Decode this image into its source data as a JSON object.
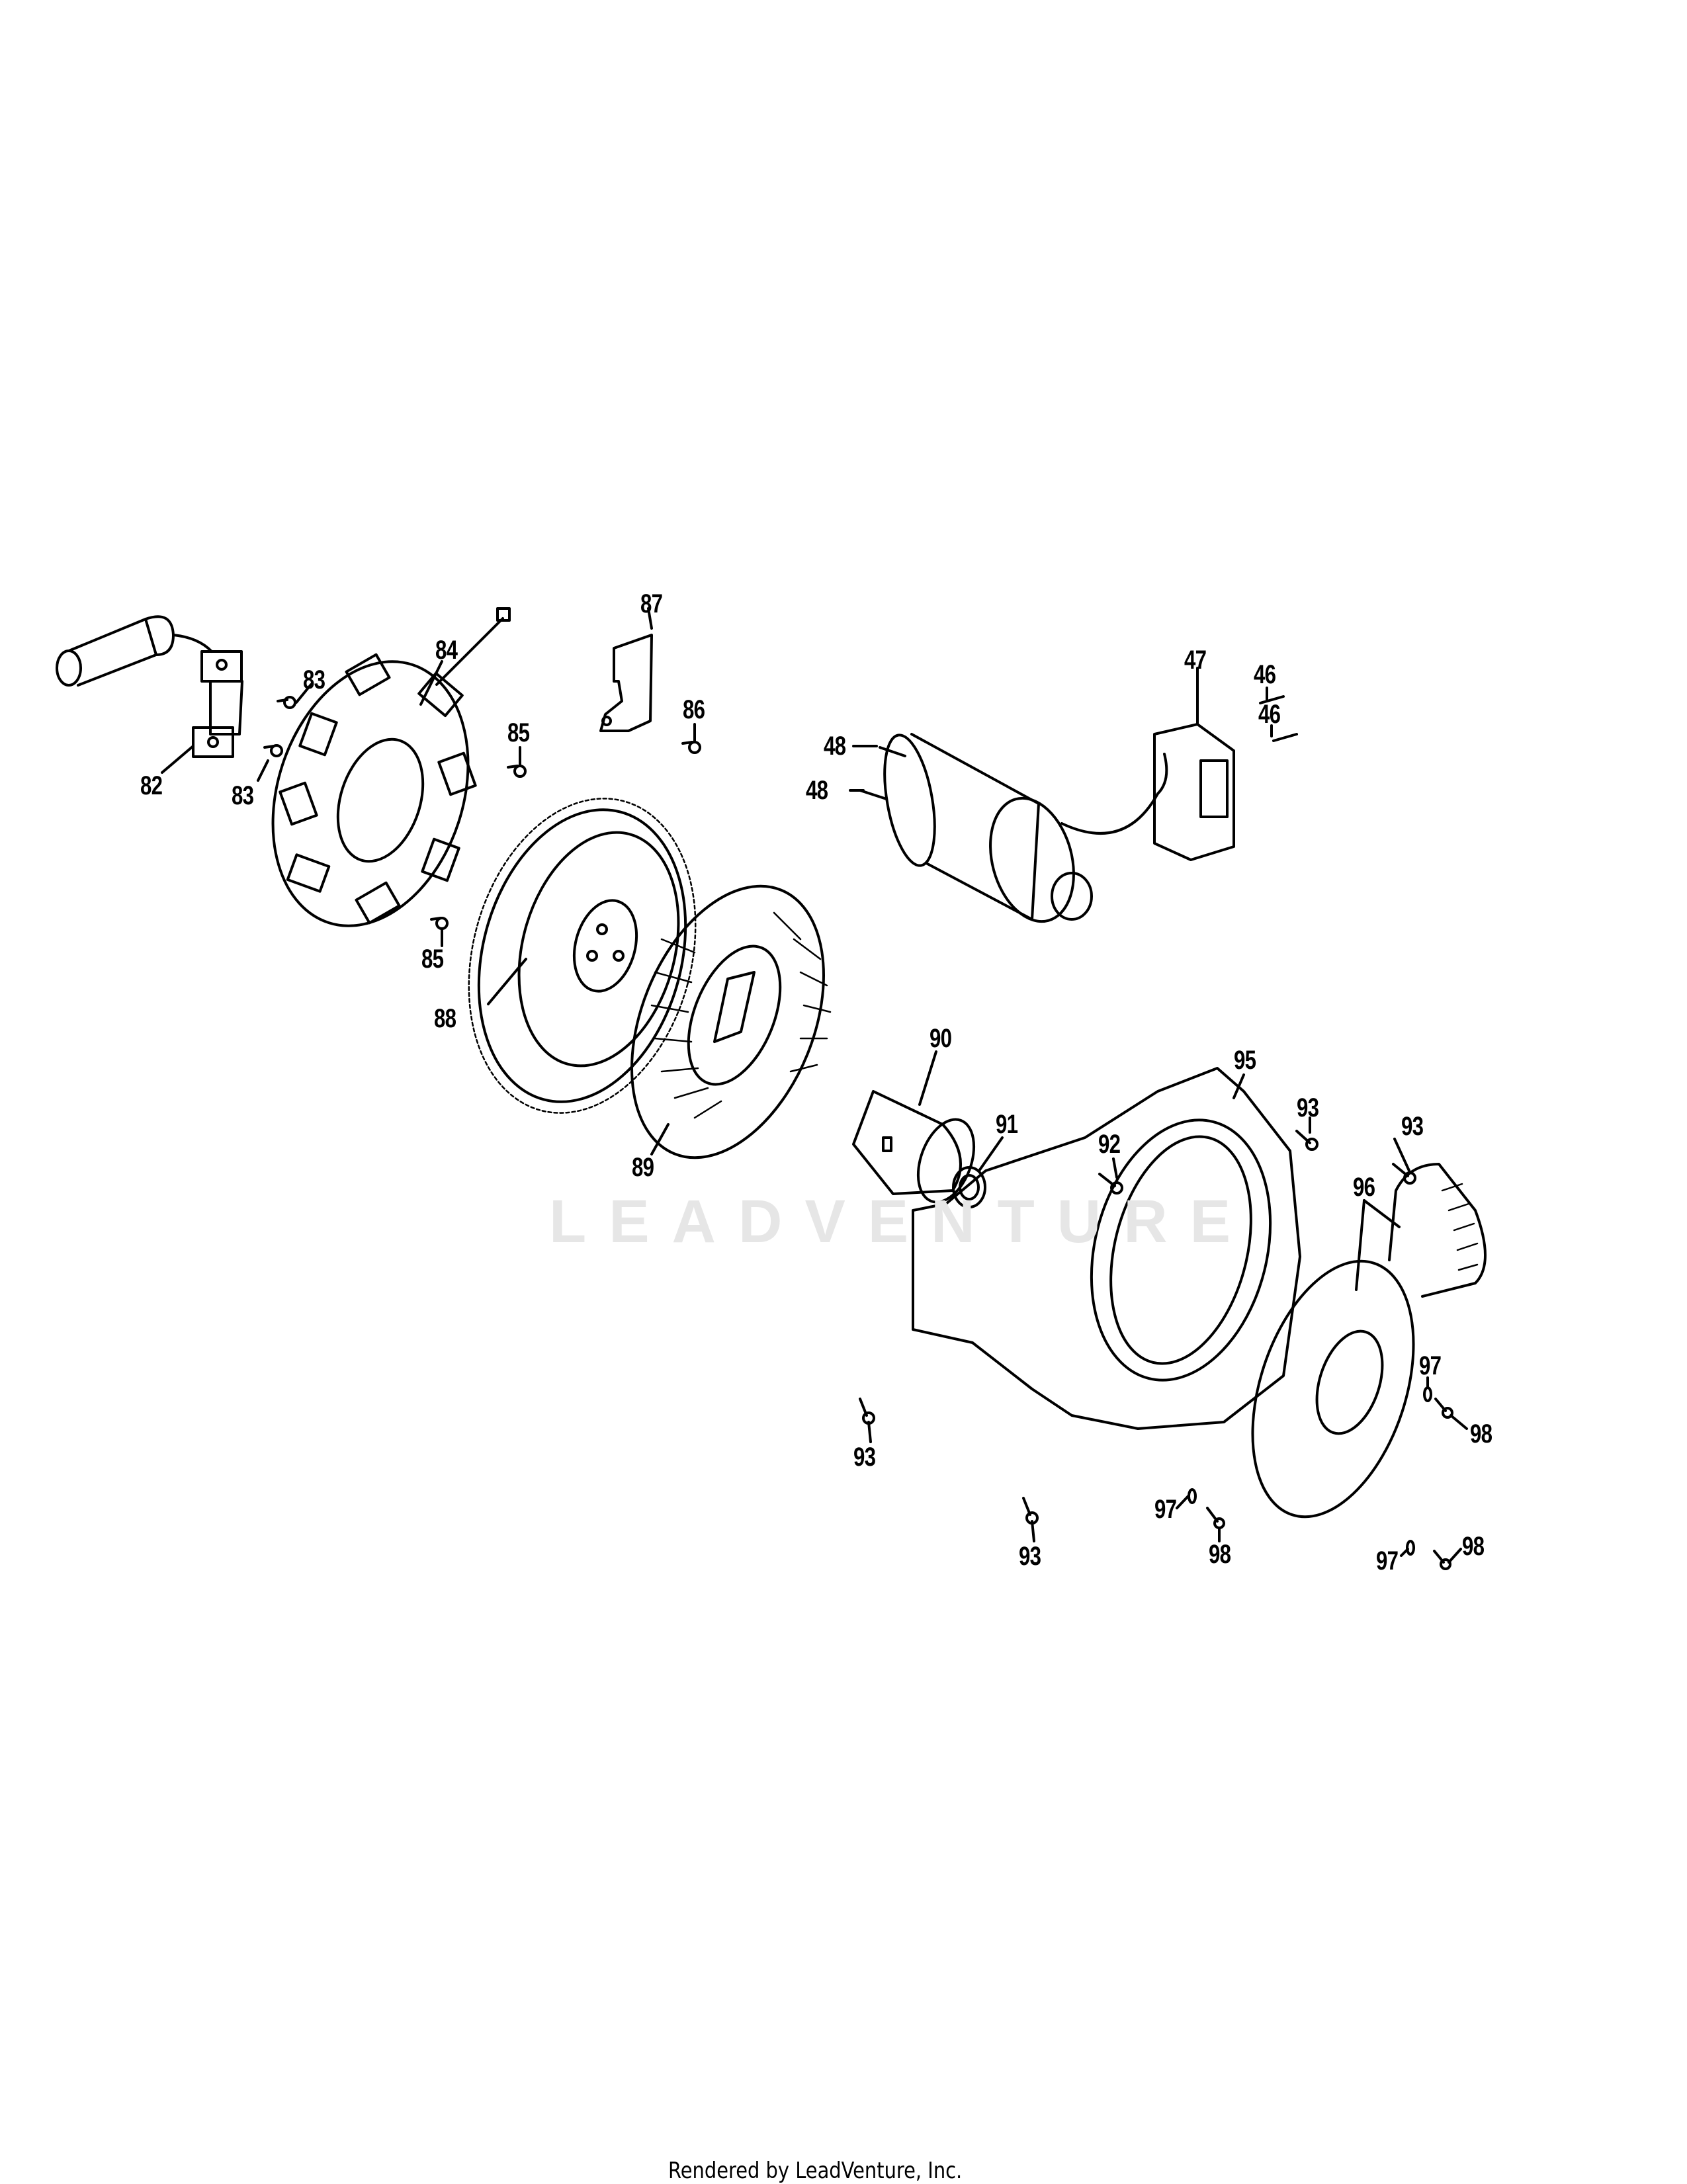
{
  "diagram": {
    "type": "exploded-parts-diagram",
    "subject": "engine ignition, flywheel, starter and recoil assembly",
    "watermark": "LEADVENTURE",
    "footer": "Rendered by LeadVenture, Inc.",
    "callouts": [
      {
        "id": "c82",
        "label": "82",
        "part": "ignition coil"
      },
      {
        "id": "c83a",
        "label": "83",
        "part": "bolt"
      },
      {
        "id": "c83b",
        "label": "83",
        "part": "bolt"
      },
      {
        "id": "c84",
        "label": "84",
        "part": "stator / charging coil"
      },
      {
        "id": "c85a",
        "label": "85",
        "part": "bolt"
      },
      {
        "id": "c85b",
        "label": "85",
        "part": "bolt"
      },
      {
        "id": "c86",
        "label": "86",
        "part": "bolt"
      },
      {
        "id": "c87",
        "label": "87",
        "part": "bracket"
      },
      {
        "id": "c88",
        "label": "88",
        "part": "flywheel with ring gear"
      },
      {
        "id": "c89",
        "label": "89",
        "part": "cooling fan"
      },
      {
        "id": "c90",
        "label": "90",
        "part": "starter cup"
      },
      {
        "id": "c91",
        "label": "91",
        "part": "flange nut"
      },
      {
        "id": "c92",
        "label": "92",
        "part": "bolt"
      },
      {
        "id": "c93a",
        "label": "93",
        "part": "bolt"
      },
      {
        "id": "c93b",
        "label": "93",
        "part": "bolt"
      },
      {
        "id": "c93c",
        "label": "93",
        "part": "bolt"
      },
      {
        "id": "c93d",
        "label": "93",
        "part": "bolt"
      },
      {
        "id": "c95",
        "label": "95",
        "part": "fan housing / shroud"
      },
      {
        "id": "c96",
        "label": "96",
        "part": "recoil starter with handle"
      },
      {
        "id": "c97a",
        "label": "97",
        "part": "washer"
      },
      {
        "id": "c97b",
        "label": "97",
        "part": "washer"
      },
      {
        "id": "c97c",
        "label": "97",
        "part": "washer"
      },
      {
        "id": "c98a",
        "label": "98",
        "part": "bolt"
      },
      {
        "id": "c98b",
        "label": "98",
        "part": "bolt"
      },
      {
        "id": "c98c",
        "label": "98",
        "part": "bolt"
      },
      {
        "id": "c46a",
        "label": "46",
        "part": "screw"
      },
      {
        "id": "c46b",
        "label": "46",
        "part": "screw"
      },
      {
        "id": "c47",
        "label": "47",
        "part": "starter relay box"
      },
      {
        "id": "c48a",
        "label": "48",
        "part": "bolt"
      },
      {
        "id": "c48b",
        "label": "48",
        "part": "bolt"
      }
    ]
  }
}
